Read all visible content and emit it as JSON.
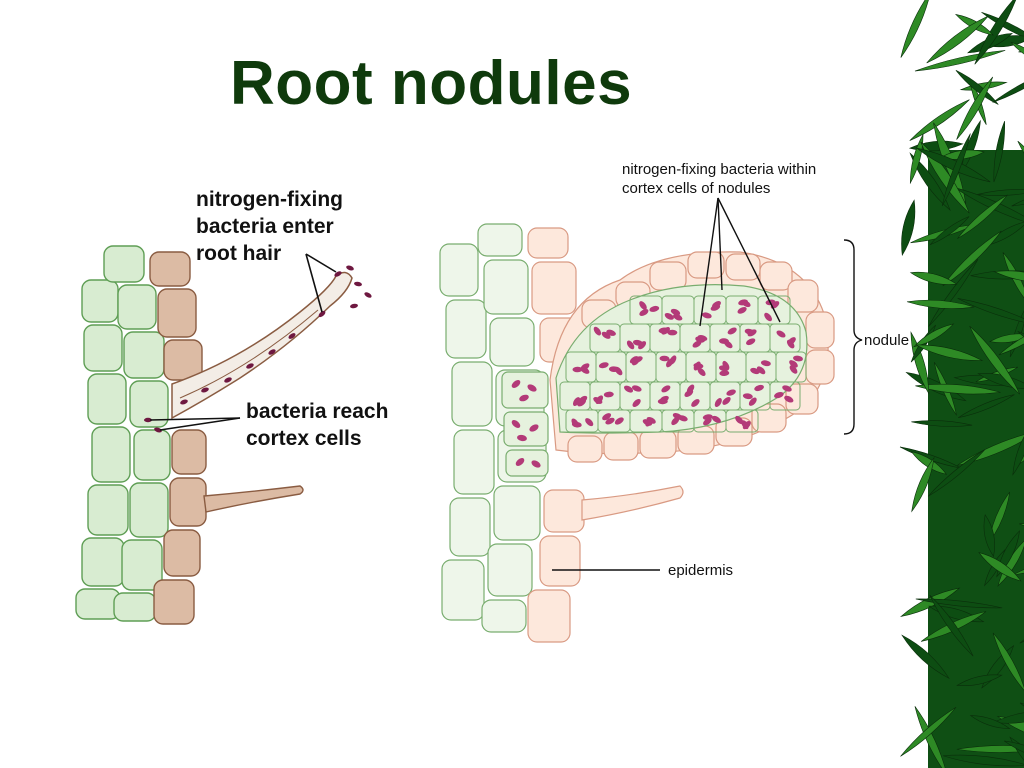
{
  "slide": {
    "title": "Root nodules"
  },
  "diagram": {
    "left_panel": {
      "label_enter": [
        "nitrogen-fixing",
        "bacteria enter",
        "root hair"
      ],
      "label_reach": [
        "bacteria reach",
        "cortex cells"
      ]
    },
    "right_panel": {
      "label_bacteria": [
        "nitrogen-fixing bacteria within",
        "cortex cells of nodules"
      ],
      "label_nodule": "nodule",
      "label_epidermis": "epidermis"
    }
  },
  "colors": {
    "title": "#0f3a0c",
    "bacteria": "#b03070",
    "cortex_green": "#d7ebd0",
    "epidermis_brown": "#d9b8a2",
    "epidermis_peach": "#fde6d8",
    "bamboo_dark": "#0d4d12",
    "bamboo_light": "#2e8a25"
  },
  "icons": {
    "decoration": "bamboo-leaves"
  }
}
